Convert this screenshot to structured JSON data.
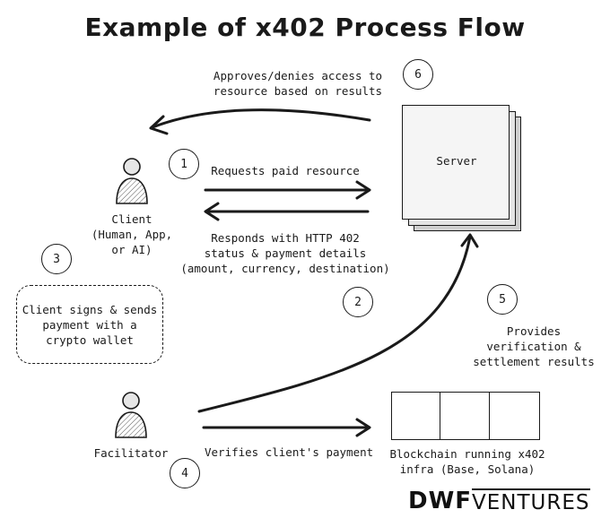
{
  "title": "Example of x402 Process Flow",
  "steps": [
    "1",
    "2",
    "3",
    "4",
    "5",
    "6"
  ],
  "labels": {
    "step6": [
      "Approves/denies access to",
      "resource based on results"
    ],
    "step1": "Requests paid resource",
    "step2": [
      "Responds with HTTP 402",
      "status & payment details",
      "(amount, currency, destination)"
    ],
    "step3": [
      "Client signs & sends",
      "payment with a",
      "crypto wallet"
    ],
    "step4": "Verifies client's payment",
    "step5": [
      "Provides",
      "verification &",
      "settlement results"
    ]
  },
  "actors": {
    "client": [
      "Client",
      "(Human, App,",
      "or AI)"
    ],
    "facilitator": "Facilitator",
    "server": "Server",
    "blockchain": [
      "Blockchain running x402",
      "infra (Base, Solana)"
    ]
  },
  "logo": {
    "part1": "DWF",
    "part2": "VENTURES"
  },
  "icons": [
    "person-icon",
    "person-icon"
  ]
}
